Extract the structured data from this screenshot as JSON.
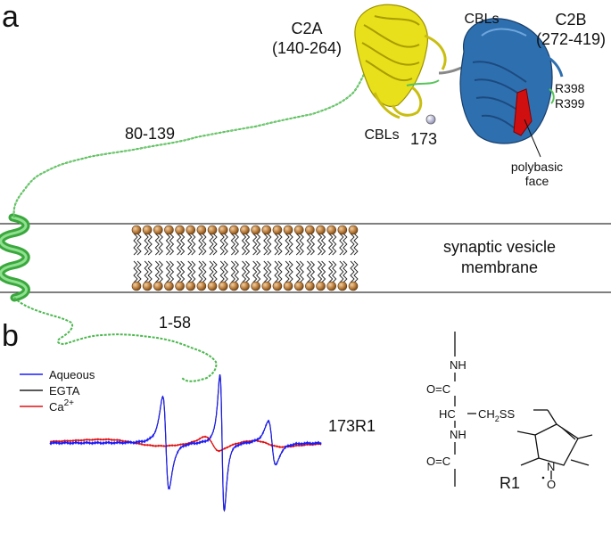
{
  "panel_a": {
    "letter": "a",
    "c2a_name": "C2A",
    "c2a_range": "(140-264)",
    "c2b_name": "C2B",
    "c2b_range": "(272-419)",
    "cbls_top": "CBLs",
    "cbls_bottom": "CBLs",
    "residue_173": "173",
    "r398": "R398",
    "r399": "R399",
    "polybasic_line1": "polybasic",
    "polybasic_line2": "face",
    "linker_label": "80-139",
    "nterm_label": "1-58",
    "membrane_line1": "synaptic vesicle",
    "membrane_line2": "membrane"
  },
  "panel_b": {
    "letter": "b",
    "legend": [
      {
        "label": "Aqueous",
        "color": "#1a1aff"
      },
      {
        "label": "EGTA",
        "color": "#222222"
      },
      {
        "label": "Ca",
        "sup": "2+",
        "color": "#e01010"
      }
    ],
    "spectrum_label": "173R1",
    "chem": {
      "nh_top": "NH",
      "o_c_top": "O=C",
      "hc": "HC",
      "ch2ss": "CH",
      "ch2ss_sub": "2",
      "ch2ss_tail": "SS",
      "nh_bottom": "NH",
      "o_c_bottom": "O=C",
      "n": "N",
      "o": "O",
      "label": "R1"
    }
  },
  "colors": {
    "c2a": "#e8e01a",
    "c2b": "#2e6fb0",
    "polybasic": "#d01010",
    "linker": "#58c45a",
    "lipid_head": "#b87a3a",
    "membrane_line": "#333333"
  }
}
